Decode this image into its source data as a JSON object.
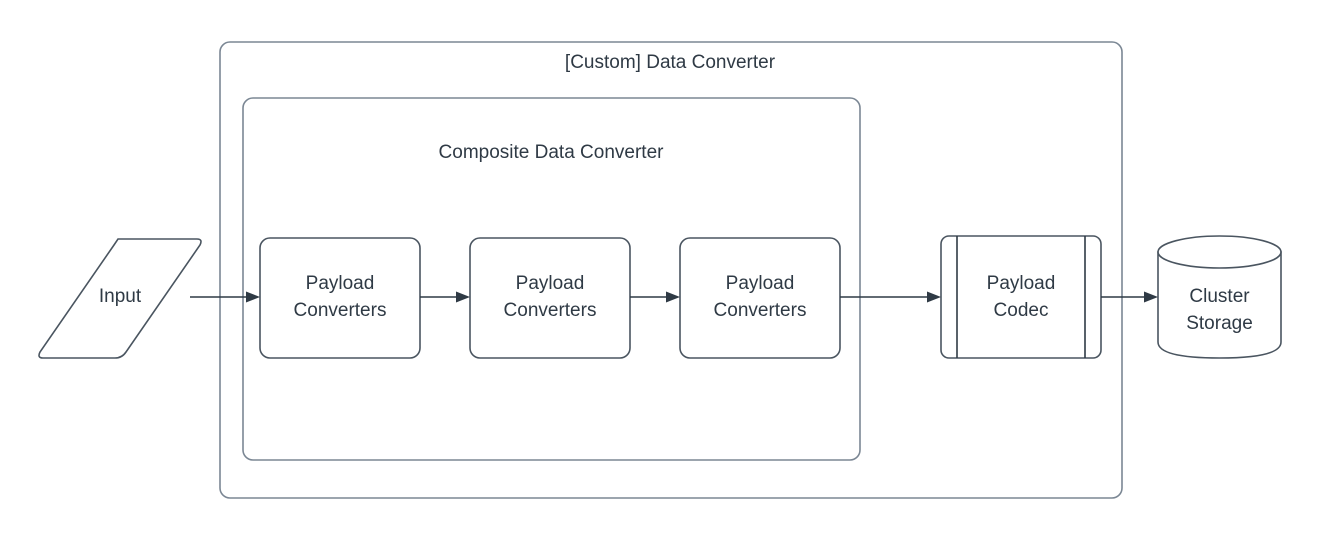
{
  "diagram": {
    "type": "flow-diagram",
    "background_color": "#ffffff",
    "stroke_color": "#2F3A45",
    "group_stroke_color": "#7B8794",
    "text_color": "#2F3A45",
    "groups": [
      {
        "id": "custom-data-converter",
        "label": "[Custom] Data Converter",
        "shape": "rounded-rectangle"
      },
      {
        "id": "composite-data-converter",
        "label": "Composite Data Converter",
        "shape": "rounded-rectangle"
      }
    ],
    "nodes": [
      {
        "id": "input",
        "label": "Input",
        "shape": "parallelogram"
      },
      {
        "id": "payload-converters-1",
        "label_line1": "Payload",
        "label_line2": "Converters",
        "shape": "rounded-rectangle"
      },
      {
        "id": "payload-converters-2",
        "label_line1": "Payload",
        "label_line2": "Converters",
        "shape": "rounded-rectangle"
      },
      {
        "id": "payload-converters-3",
        "label_line1": "Payload",
        "label_line2": "Converters",
        "shape": "rounded-rectangle"
      },
      {
        "id": "payload-codec",
        "label_line1": "Payload",
        "label_line2": "Codec",
        "shape": "process"
      },
      {
        "id": "cluster-storage",
        "label_line1": "Cluster",
        "label_line2": "Storage",
        "shape": "cylinder"
      }
    ],
    "edges": [
      {
        "id": "edge-input-to-pc1",
        "from": "input",
        "to": "payload-converters-1",
        "arrow": "single"
      },
      {
        "id": "edge-pc1-to-pc2",
        "from": "payload-converters-1",
        "to": "payload-converters-2",
        "arrow": "single"
      },
      {
        "id": "edge-pc2-to-pc3",
        "from": "payload-converters-2",
        "to": "payload-converters-3",
        "arrow": "single"
      },
      {
        "id": "edge-pc3-to-codec",
        "from": "payload-converters-3",
        "to": "payload-codec",
        "arrow": "single"
      },
      {
        "id": "edge-codec-to-storage",
        "from": "payload-codec",
        "to": "cluster-storage",
        "arrow": "single"
      }
    ]
  }
}
